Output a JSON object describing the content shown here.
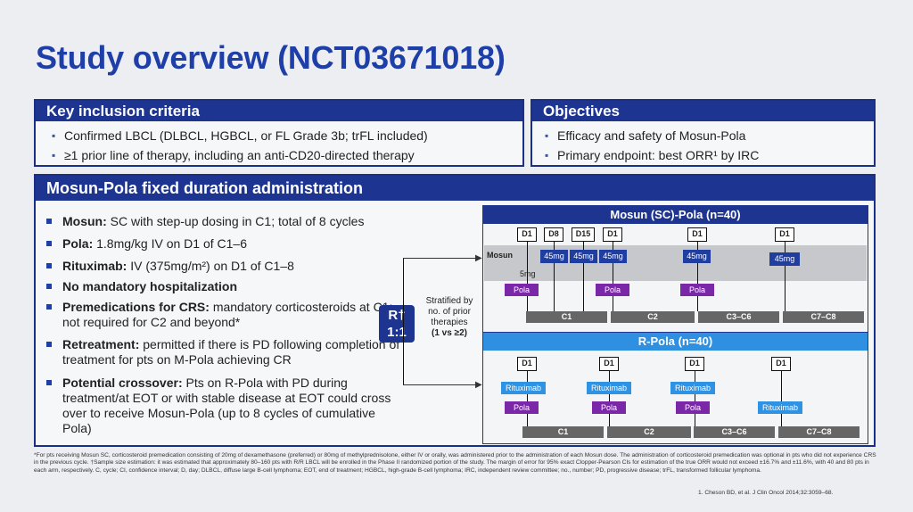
{
  "title": "Study overview (NCT03671018)",
  "inclusion": {
    "header": "Key inclusion criteria",
    "items": [
      "Confirmed LBCL (DLBCL, HGBCL, or FL Grade 3b; trFL included)",
      "≥1 prior line of therapy, including an anti-CD20-directed therapy"
    ]
  },
  "objectives": {
    "header": "Objectives",
    "items": [
      "Efficacy and safety of Mosun-Pola",
      "Primary endpoint: best ORR¹ by IRC"
    ]
  },
  "administration": {
    "header": "Mosun-Pola fixed duration administration",
    "items": [
      {
        "bold": "Mosun:",
        "text": " SC with step-up dosing in C1; total of 8 cycles"
      },
      {
        "bold": "Pola:",
        "text": " 1.8mg/kg IV on D1 of C1–6"
      },
      {
        "bold": "Rituximab:",
        "text": " IV (375mg/m²) on D1 of C1–8"
      },
      {
        "bold": "No mandatory hospitalization",
        "text": ""
      },
      {
        "bold": "Premedications for CRS:",
        "text": " mandatory corticosteroids at C1; not required for C2 and beyond*"
      },
      {
        "bold": "Retreatment:",
        "text": " permitted if there is PD following completion of treatment for pts on M-Pola achieving CR"
      },
      {
        "bold": "Potential crossover:",
        "text": " Pts on R-Pola with PD during treatment/at EOT or with stable disease at EOT could cross over to receive Mosun-Pola (up to 8 cycles of cumulative Pola)"
      }
    ]
  },
  "randomization": {
    "badge_line1": "R†",
    "badge_line2": "1:1",
    "strat_line1": "Stratified by",
    "strat_line2": "no. of prior",
    "strat_line3": "therapies",
    "strat_line4": "(1 vs ≥2)"
  },
  "arm1": {
    "header": "Mosun (SC)-Pola (n=40)",
    "row_label": "Mosun",
    "step_dose": "5mg",
    "days": [
      "D1",
      "D8",
      "D15",
      "D1",
      "D1",
      "D1"
    ],
    "doses": [
      "45mg",
      "45mg",
      "45mg",
      "45mg",
      "45mg"
    ],
    "pola": [
      "Pola",
      "Pola",
      "Pola"
    ],
    "cycles": [
      "C1",
      "C2",
      "C3–C6",
      "C7–C8"
    ]
  },
  "arm2": {
    "header": "R-Pola (n=40)",
    "days": [
      "D1",
      "D1",
      "D1",
      "D1"
    ],
    "rituximab": [
      "Rituximab",
      "Rituximab",
      "Rituximab",
      "Rituximab"
    ],
    "pola": [
      "Pola",
      "Pola",
      "Pola"
    ],
    "cycles": [
      "C1",
      "C2",
      "C3–C6",
      "C7–C8"
    ]
  },
  "footnotes": "*For pts receiving Mosun SC, corticosteroid premedication consisting of 20mg of dexamethasone (preferred) or 80mg of methylprednisolone, either IV or orally, was administered prior to the administration of each Mosun dose. The administration of corticosteroid premedication was optional in pts who did not experience CRS in the previous cycle. †Sample size estimation: it was estimated that approximately 80–160 pts with R/R LBCL will be enrolled in the Phase II randomized portion of the study. The margin of error for 95% exact Clopper-Pearson CIs for estimation of the true ORR would not exceed ±16.7% and ±11.6%, with 40 and 80 pts in each arm, respectively. C, cycle; CI, confidence interval; D, day; DLBCL, diffuse large B-cell lymphoma; EOT, end of treatment; HGBCL, high-grade B-cell lymphoma; IRC, independent review committee; no., number; PD, progressive disease; trFL, transformed follicular lymphoma.",
  "reference": "1. Cheson BD, et al. J Clin Oncol 2014;32:3059–68.",
  "colors": {
    "title": "#1f3fa8",
    "panel_header": "#1d3490",
    "r_pola_header": "#2f8fe0",
    "pola": "#7a28a8",
    "mosun_dose": "#203da0",
    "rituximab": "#2f92e3",
    "cycle_bar": "#666666"
  }
}
